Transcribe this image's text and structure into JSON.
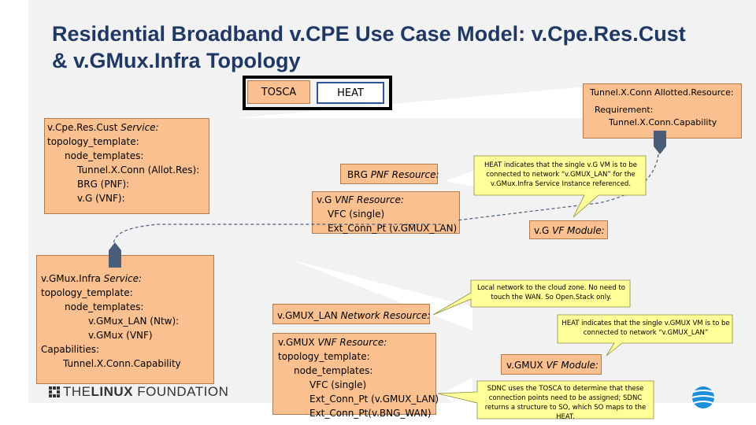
{
  "title": {
    "line1": "Residential Broadband v.CPE Use Case Model: v.Cpe.Res.Cust",
    "line2": "& v.GMux.Infra Topology"
  },
  "legend": {
    "tosca": "TOSCA",
    "heat": "HEAT"
  },
  "cpe_service": {
    "l1": "v.Cpe.Res.Cust",
    "l1_em": "Service:",
    "l2": "topology_template:",
    "l3": "node_templates:",
    "l4": "Tunnel.X.Conn (Allot.Res):",
    "l5": "BRG (PNF):",
    "l6": "v.G (VNF):"
  },
  "gmux_service": {
    "l1": "v.GMux.Infra",
    "l1_em": "Service:",
    "l2": "topology_template:",
    "l3": "node_templates:",
    "l4": "v.GMux_LAN (Ntw):",
    "l5": "v.GMux (VNF)",
    "l6": "Capabilities:",
    "l7": "Tunnel.X.Conn.Capability"
  },
  "tunnel_box": {
    "l1": "Tunnel.X.Conn Allotted.Resource:",
    "l2": "Requirement:",
    "l3": "Tunnel.X.Conn.Capability"
  },
  "brg_box": {
    "l1": "BRG",
    "l1_em": "PNF Resource:"
  },
  "vg_vnf": {
    "l1": "v.G",
    "l1_em": "VNF Resource:",
    "l2": "VFC (single)",
    "l3": "Ext_Conn_Pt (v.GMUX_LAN)"
  },
  "vg_vf": {
    "l1": "v.G",
    "l1_em": "VF Module:"
  },
  "gmux_lan": {
    "l1": "v.GMUX_LAN",
    "l1_em": "Network Resource:"
  },
  "gmux_vnf": {
    "l1": "v.GMUX",
    "l1_em": "VNF Resource:",
    "l2": "topology_template:",
    "l3": "node_templates:",
    "l4": "VFC (single)",
    "l5": "Ext_Conn_Pt (v.GMUX_LAN)",
    "l6": "Ext_Conn_Pt(v.BNG_WAN)"
  },
  "gmux_vf": {
    "l1": "v.GMUX",
    "l1_em": "VF Module:"
  },
  "callouts": {
    "heat_vg": "HEAT indicates that the single v.G VM is to be connected to network “v.GMUX_LAN” for the v.GMux.Infra Service Instance referenced.",
    "local_net": "Local network to the cloud zone. No need to touch the WAN. So Open.Stack only.",
    "heat_gmux": "HEAT indicates that the single v.GMUX VM is to be connected to network “v.GMUX_LAN”",
    "sdnc": "SDNC uses the TOSCA to determine that these connection points need to be assigned; SDNC returns a structure to SO, which SO maps to the HEAT."
  },
  "footer": {
    "logo_pre": "THE",
    "logo_bold": "LINUX",
    "logo_post": " FOUNDATION"
  },
  "colors": {
    "tosca_fill": "#fac090",
    "callout_fill": "#ffff99",
    "title": "#1f3864",
    "connector": "#4a5e7a"
  },
  "icons": [
    "linux-foundation-icon",
    "att-globe-icon"
  ]
}
